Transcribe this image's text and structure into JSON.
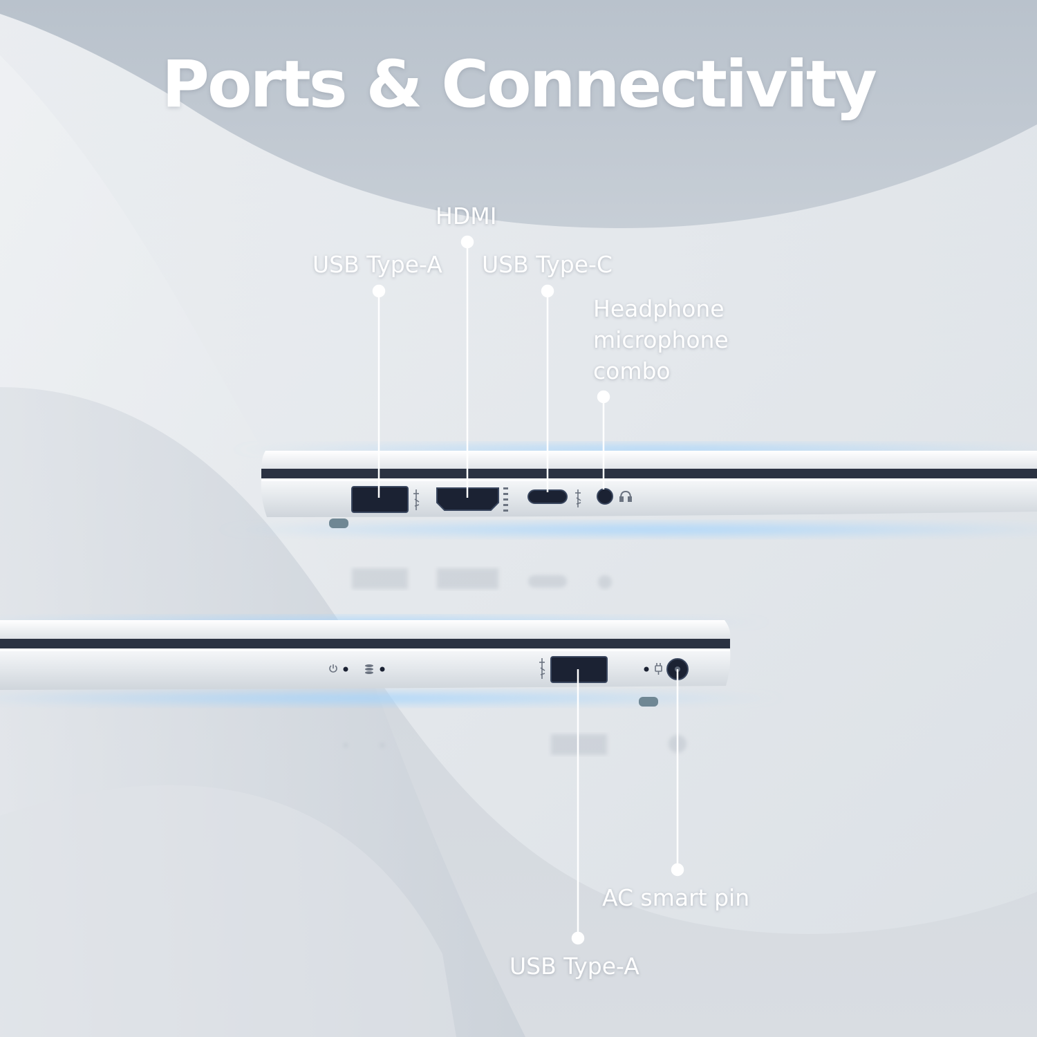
{
  "headline": "Ports & Connectivity",
  "ports_top": {
    "hdmi": "HDMI",
    "usb_a": "USB Type-A",
    "usb_c": "USB Type-C",
    "audio": [
      "Headphone",
      "microphone",
      "combo"
    ]
  },
  "ports_bottom": {
    "ac_pin": "AC smart pin",
    "usb_a": "USB Type-A"
  },
  "icons": {
    "usb_ss": "superspeed-usb-icon",
    "hdmi": "hdmi-icon",
    "headset": "headset-icon",
    "power": "power-icon",
    "storage": "storage-activity-icon",
    "plug": "plug-icon"
  },
  "colors": {
    "label": "#ffffff",
    "laptop_silver": "#e9ecf0",
    "port_dark": "#1b2233",
    "glow": "#8cc8ff"
  }
}
